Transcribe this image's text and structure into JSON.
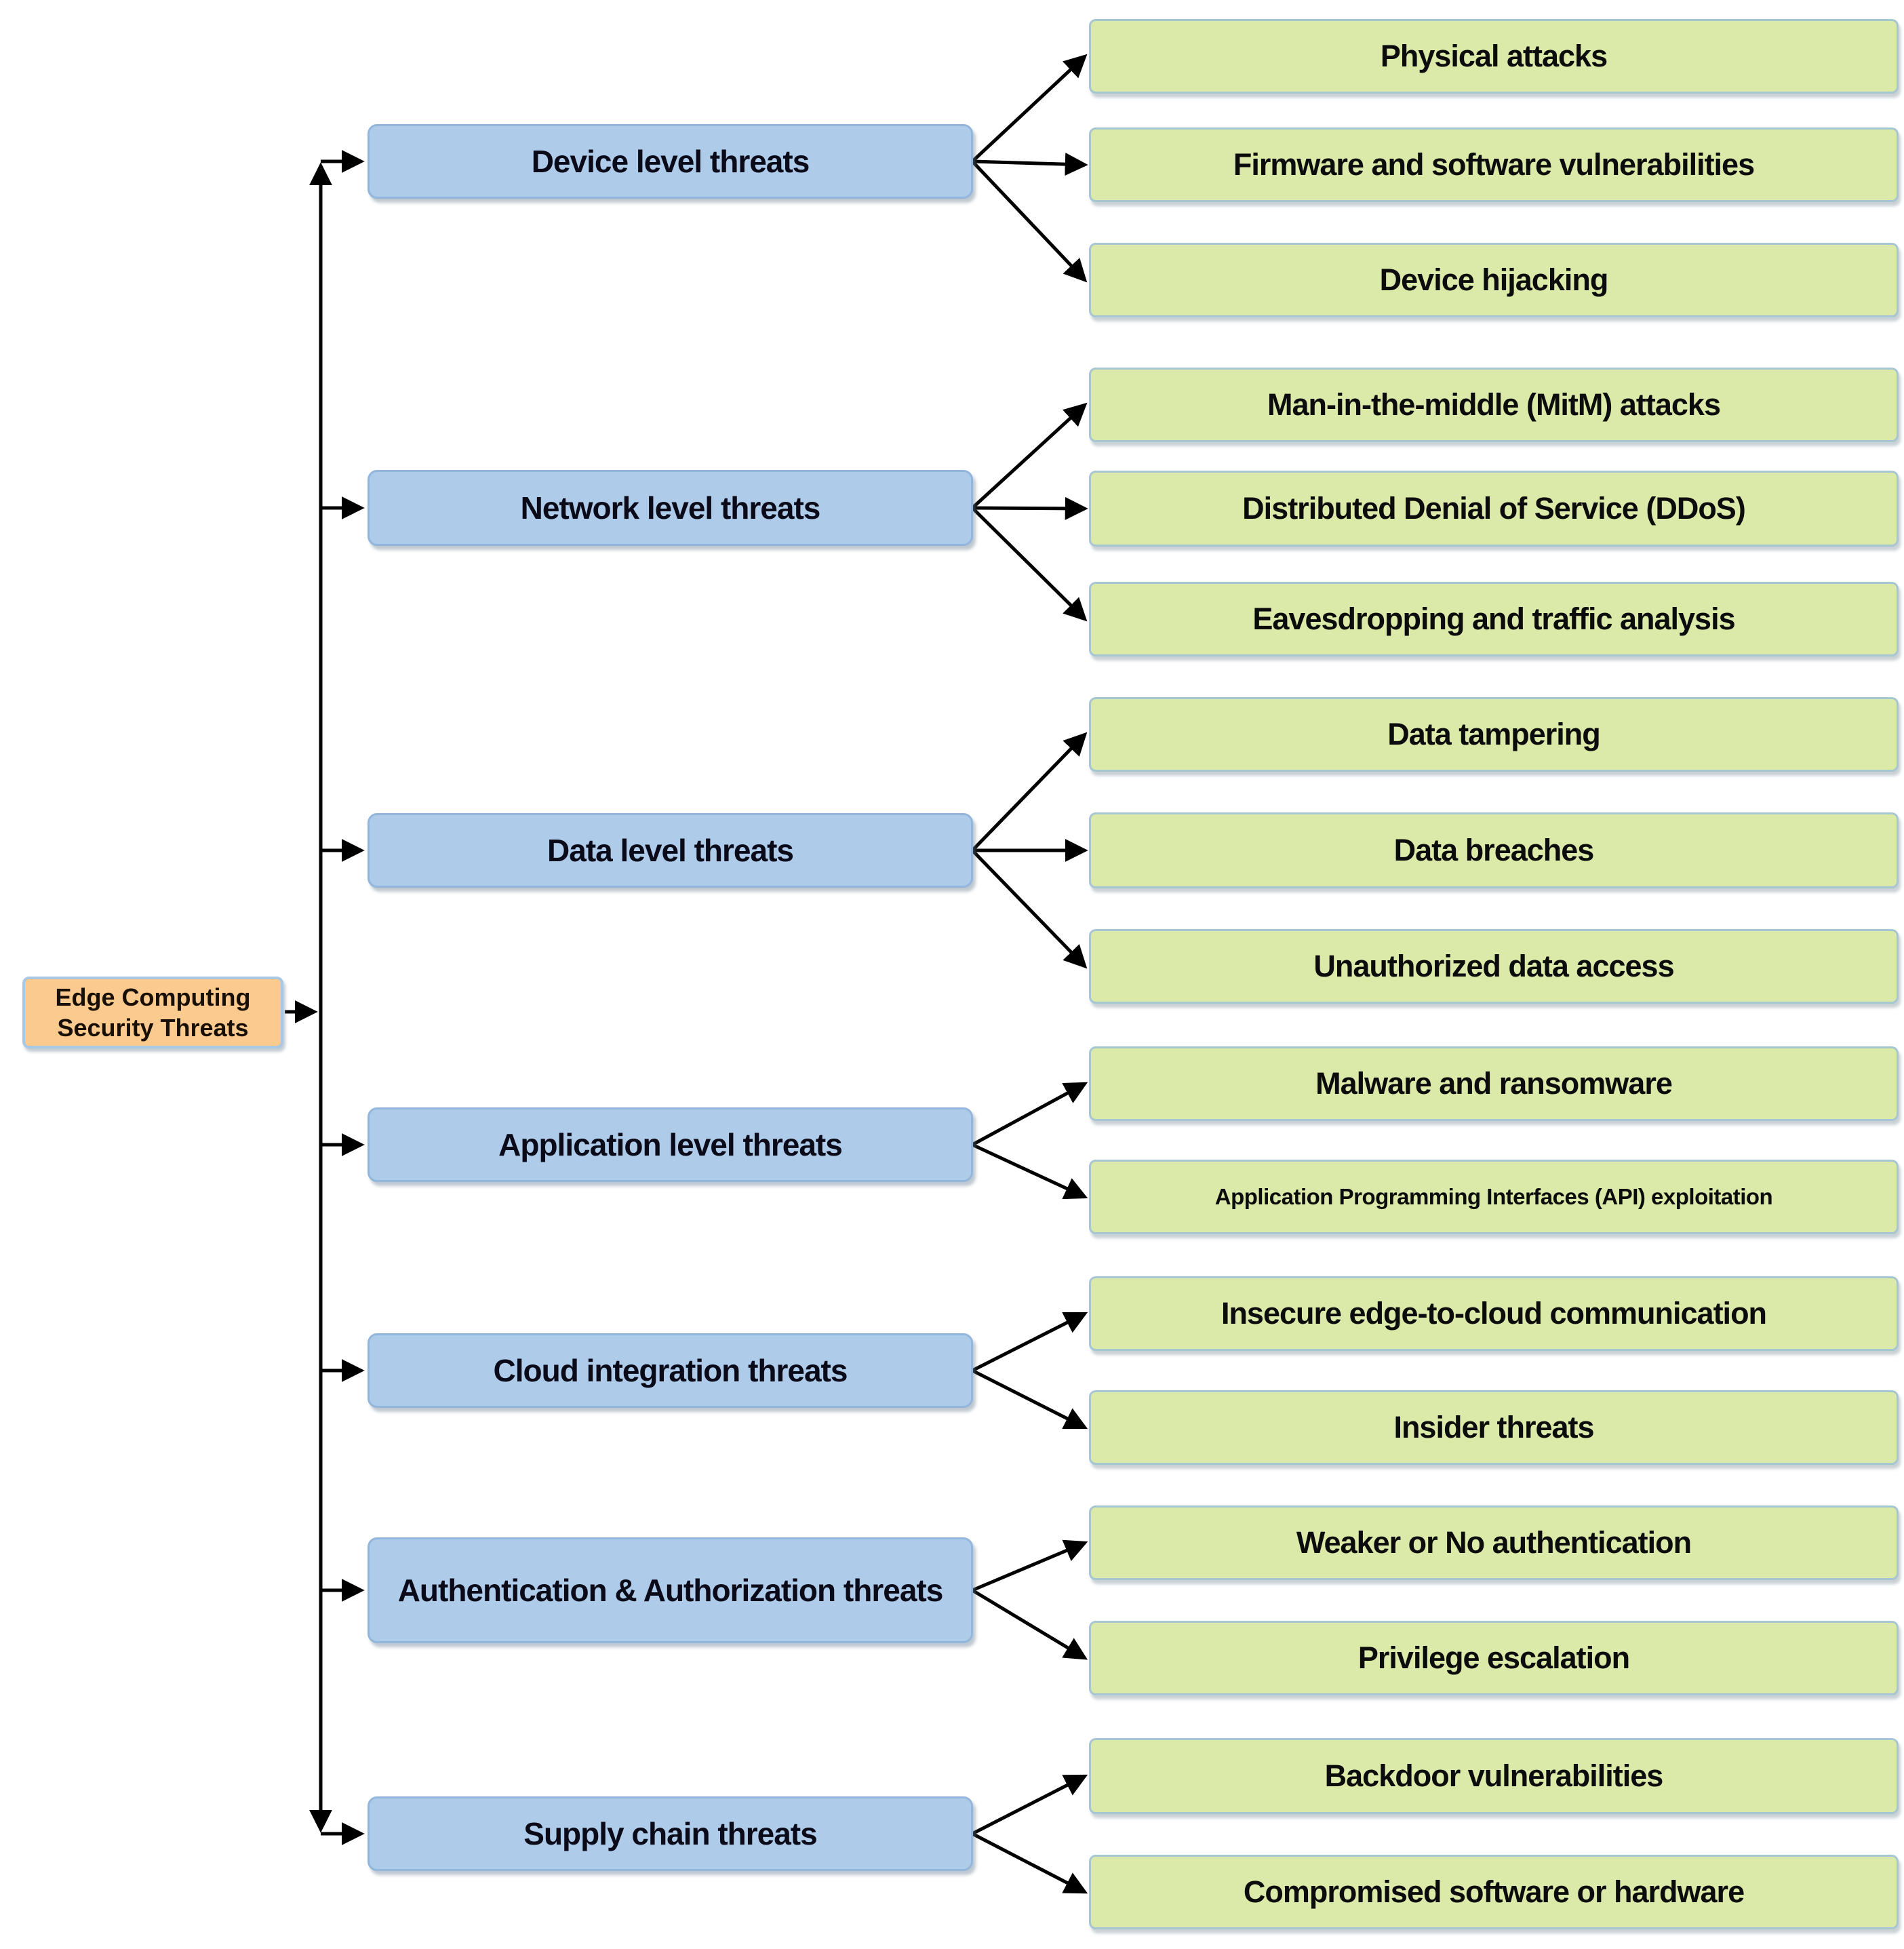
{
  "diagram": {
    "root_label": "Edge Computing Security Threats",
    "categories": [
      {
        "label": "Device level threats",
        "children": [
          "Physical attacks",
          "Firmware and software vulnerabilities",
          "Device hijacking"
        ]
      },
      {
        "label": "Network level threats",
        "children": [
          "Man-in-the-middle (MitM) attacks",
          "Distributed Denial of Service (DDoS)",
          "Eavesdropping and traffic analysis"
        ]
      },
      {
        "label": "Data level threats",
        "children": [
          "Data tampering",
          "Data breaches",
          "Unauthorized data access"
        ]
      },
      {
        "label": "Application level threats",
        "children": [
          "Malware and ransomware",
          "Application Programming Interfaces (API) exploitation"
        ]
      },
      {
        "label": "Cloud integration threats",
        "children": [
          "Insecure edge-to-cloud communication",
          "Insider threats"
        ]
      },
      {
        "label": "Authentication & Authorization threats",
        "children": [
          "Weaker or No authentication",
          "Privilege escalation"
        ]
      },
      {
        "label": "Supply chain threats",
        "children": [
          "Backdoor vulnerabilities",
          "Compromised software or hardware"
        ]
      }
    ],
    "colors": {
      "root_fill": "#fbca8e",
      "root_border": "#a9c8e4",
      "category_fill": "#aecbe9",
      "category_border": "#93b7dc",
      "child_fill": "#dbe9a9",
      "child_border": "#a6c6d2",
      "arrow": "#000000"
    }
  }
}
